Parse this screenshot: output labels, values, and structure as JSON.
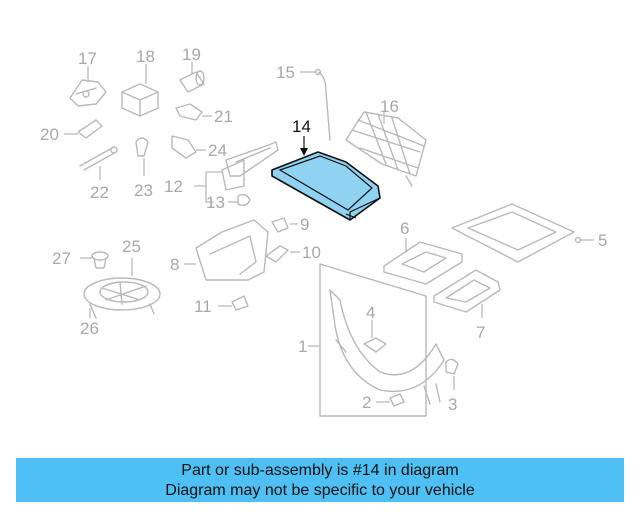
{
  "callouts": {
    "c1": "1",
    "c2": "2",
    "c3": "3",
    "c4": "4",
    "c5": "5",
    "c6": "6",
    "c7": "7",
    "c8": "8",
    "c9": "9",
    "c10": "10",
    "c11": "11",
    "c12": "12",
    "c13": "13",
    "c14": "14",
    "c15": "15",
    "c16": "16",
    "c17": "17",
    "c18": "18",
    "c19": "19",
    "c20": "20",
    "c21": "21",
    "c22": "22",
    "c23": "23",
    "c24": "24",
    "c25": "25",
    "c26": "26",
    "c27": "27"
  },
  "highlighted_part": "14",
  "colors": {
    "highlight": "#8fd2f2",
    "banner": "#4ec0f5",
    "line": "#b9b9b9"
  },
  "banner": {
    "line1": "Part or sub-assembly is #14 in diagram",
    "line2": "Diagram may not be specific to your vehicle"
  }
}
